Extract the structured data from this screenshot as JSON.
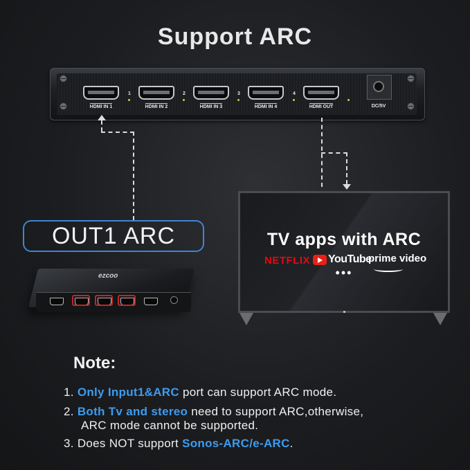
{
  "title": "Support ARC",
  "switch": {
    "ports": [
      {
        "label": "HDMI IN 1",
        "number": "1"
      },
      {
        "label": "HDMI IN 2",
        "number": "2"
      },
      {
        "label": "HDMI IN 3",
        "number": "3"
      },
      {
        "label": "HDMI IN 4",
        "number": "4"
      },
      {
        "label": "HDMI OUT",
        "number": ""
      }
    ],
    "power_label": "DC/5V"
  },
  "arc_callout": "OUT1 ARC",
  "device_logo": "ezcoo",
  "tv": {
    "heading": "TV apps with ARC",
    "apps": [
      "NETFLIX",
      "YouTube",
      "prime video"
    ],
    "more": "•••"
  },
  "notes": {
    "title": "Note:",
    "items": [
      {
        "prefix": "1. ",
        "highlight": "Only Input1&ARC",
        "rest": " port can support ARC mode."
      },
      {
        "prefix": "2. ",
        "highlight": "Both Tv and stereo",
        "rest": " need to support ARC,otherwise,",
        "line2": "ARC mode cannot be supported."
      },
      {
        "prefix": "3. ",
        "before": "Does NOT support ",
        "highlight": "Sonos-ARC/e-ARC",
        "rest": "."
      }
    ]
  },
  "colors": {
    "accent": "#3d9cf0",
    "pill_border": "#3d86d6",
    "netflix": "#e50914",
    "youtube": "#e62117"
  }
}
